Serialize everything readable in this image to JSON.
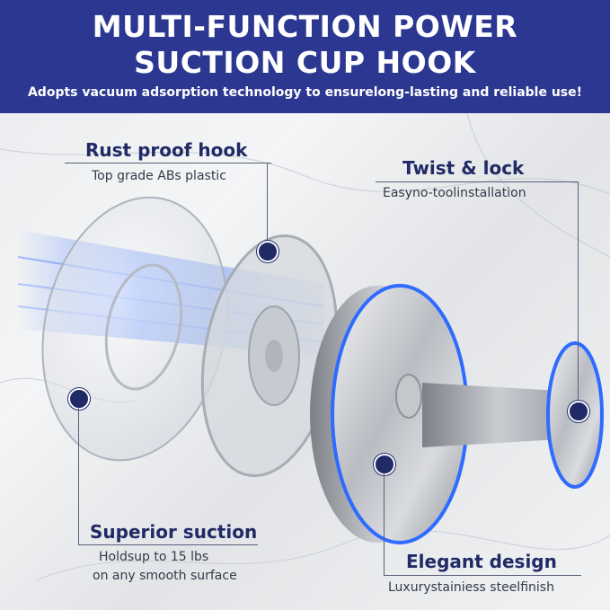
{
  "header": {
    "title_line1": "MULTI-FUNCTION POWER",
    "title_line2": "SUCTION CUP HOOK",
    "subtitle": "Adopts vacuum adsorption technology to ensurelong-lasting and reliable use!"
  },
  "features": {
    "rust": {
      "title": "Rust proof hook",
      "desc": "Top grade ABs plastic"
    },
    "twist": {
      "title": "Twist & lock",
      "desc": "Easyno-toolinstallation"
    },
    "suction": {
      "title": "Superior suction",
      "desc_line1": "Holdsup to 15 lbs",
      "desc_line2": "on any smooth surface"
    },
    "design": {
      "title": "Elegant design",
      "desc": "Luxurystainiess steelfinish"
    }
  },
  "colors": {
    "header": "#2b3790",
    "accent": "#1f2a66",
    "glow": "#2e6bff"
  }
}
